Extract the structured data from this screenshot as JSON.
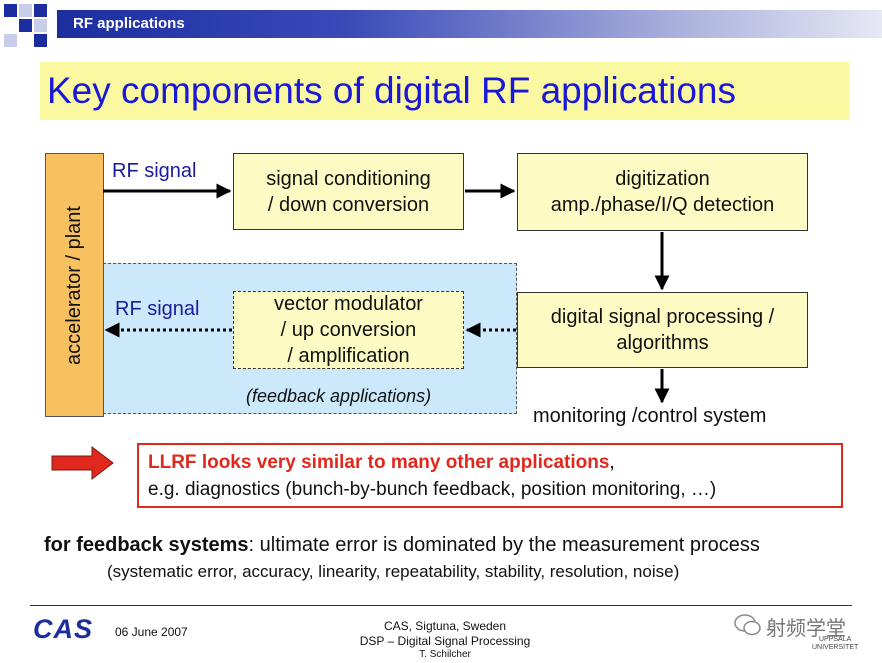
{
  "header": {
    "section_title": "RF applications",
    "bar_color": "#1c2d9e"
  },
  "slide": {
    "title": "Key components of digital RF applications",
    "title_color": "#1a17d6",
    "banner_color": "#fbf8a2"
  },
  "diagram": {
    "plant_label": "accelerator / plant",
    "rf_signal_in": "RF signal",
    "rf_signal_out": "RF signal",
    "box_conditioning": [
      "signal conditioning",
      "/ down conversion"
    ],
    "box_digitization": [
      "digitization",
      "amp./phase/I/Q detection"
    ],
    "box_dsp": [
      "digital signal processing /",
      "algorithms"
    ],
    "box_modulator": [
      "vector modulator",
      "/ up conversion",
      "/ amplification"
    ],
    "feedback_label": "(feedback applications)",
    "monitoring_label": "monitoring /control system",
    "colors": {
      "plant": "#f7c160",
      "box": "#fdfbc4",
      "feedback_area": "#cce9fb"
    }
  },
  "callout": {
    "line1_highlight": "LLRF looks very similar to many other applications",
    "line1_rest": ",",
    "line2": "e.g. diagnostics (bunch-by-bunch feedback, position monitoring, …)",
    "arrow_color": "#e0281e"
  },
  "summary": {
    "bold": "for feedback systems",
    "rest": ": ultimate error is dominated by the measurement process",
    "sub": "(systematic error, accuracy, linearity, repeatability, stability, resolution, noise)"
  },
  "footer": {
    "logo": "CAS",
    "date": "06 June 2007",
    "center_line1": "CAS, Sigtuna, Sweden",
    "center_line2": "DSP – Digital Signal Processing",
    "center_line3": "T. Schilcher",
    "watermark": "射频学堂",
    "university_line1": "UPPSALA",
    "university_line2": "UNIVERSITET"
  }
}
